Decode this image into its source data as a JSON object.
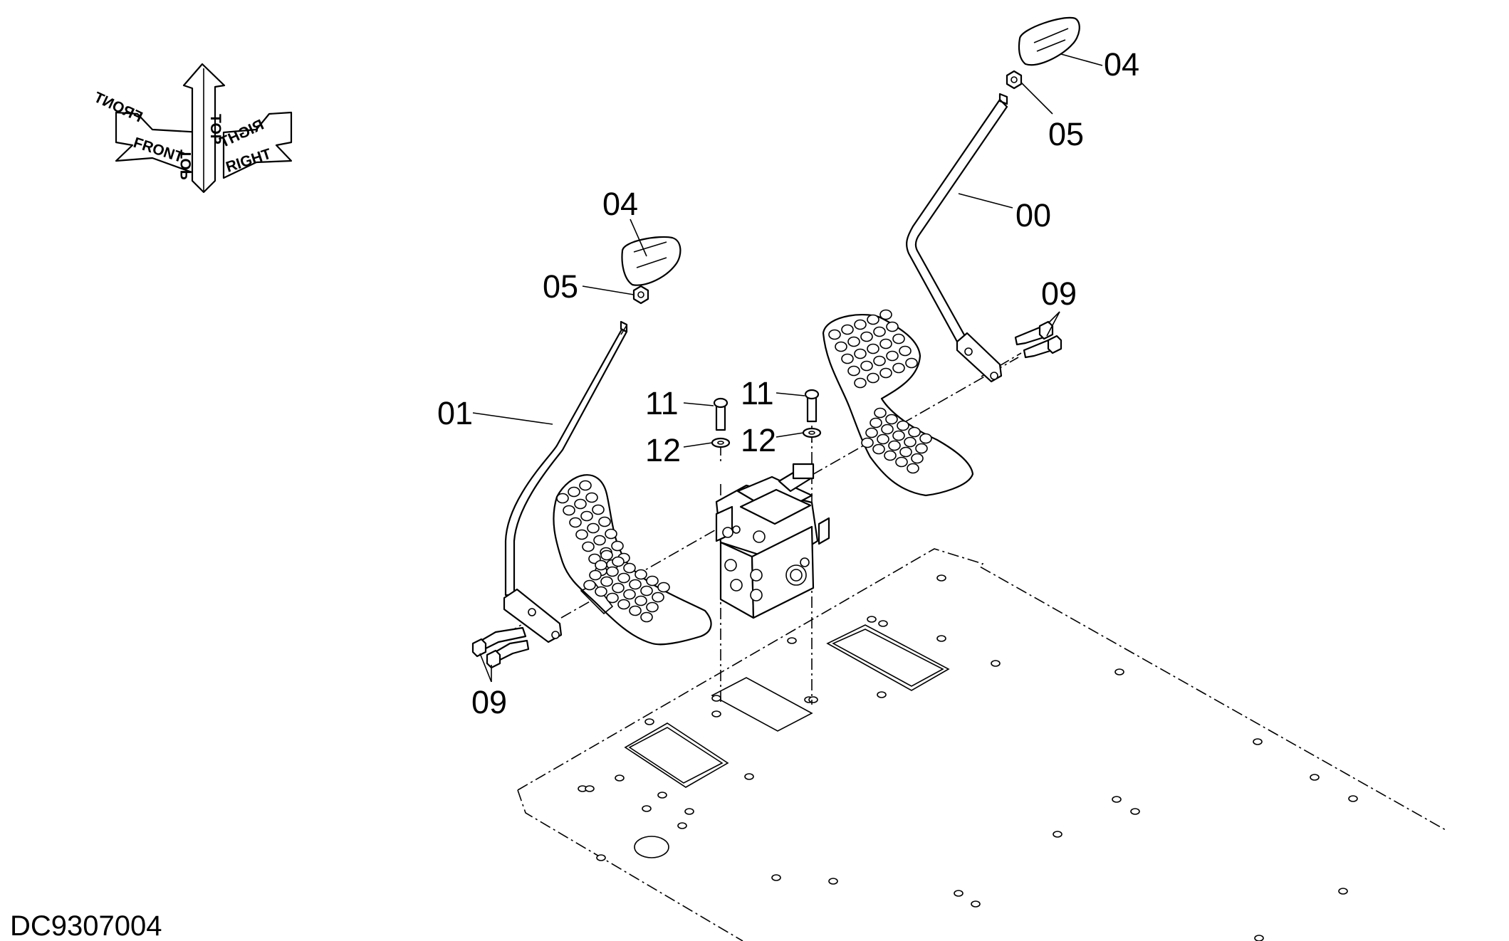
{
  "drawing": {
    "code": "DC9307004",
    "orientation": {
      "front": "FRONT",
      "top": "TOP",
      "right": "RIGHT"
    }
  },
  "callouts": {
    "lever_right": "00",
    "lever_left": "01",
    "grip_left": "04",
    "grip_right": "04",
    "nut_left": "05",
    "nut_right": "05",
    "bolts_left": "09",
    "bolts_right": "09",
    "bolt_a": "11",
    "bolt_b": "11",
    "washer_a": "12",
    "washer_b": "12"
  }
}
